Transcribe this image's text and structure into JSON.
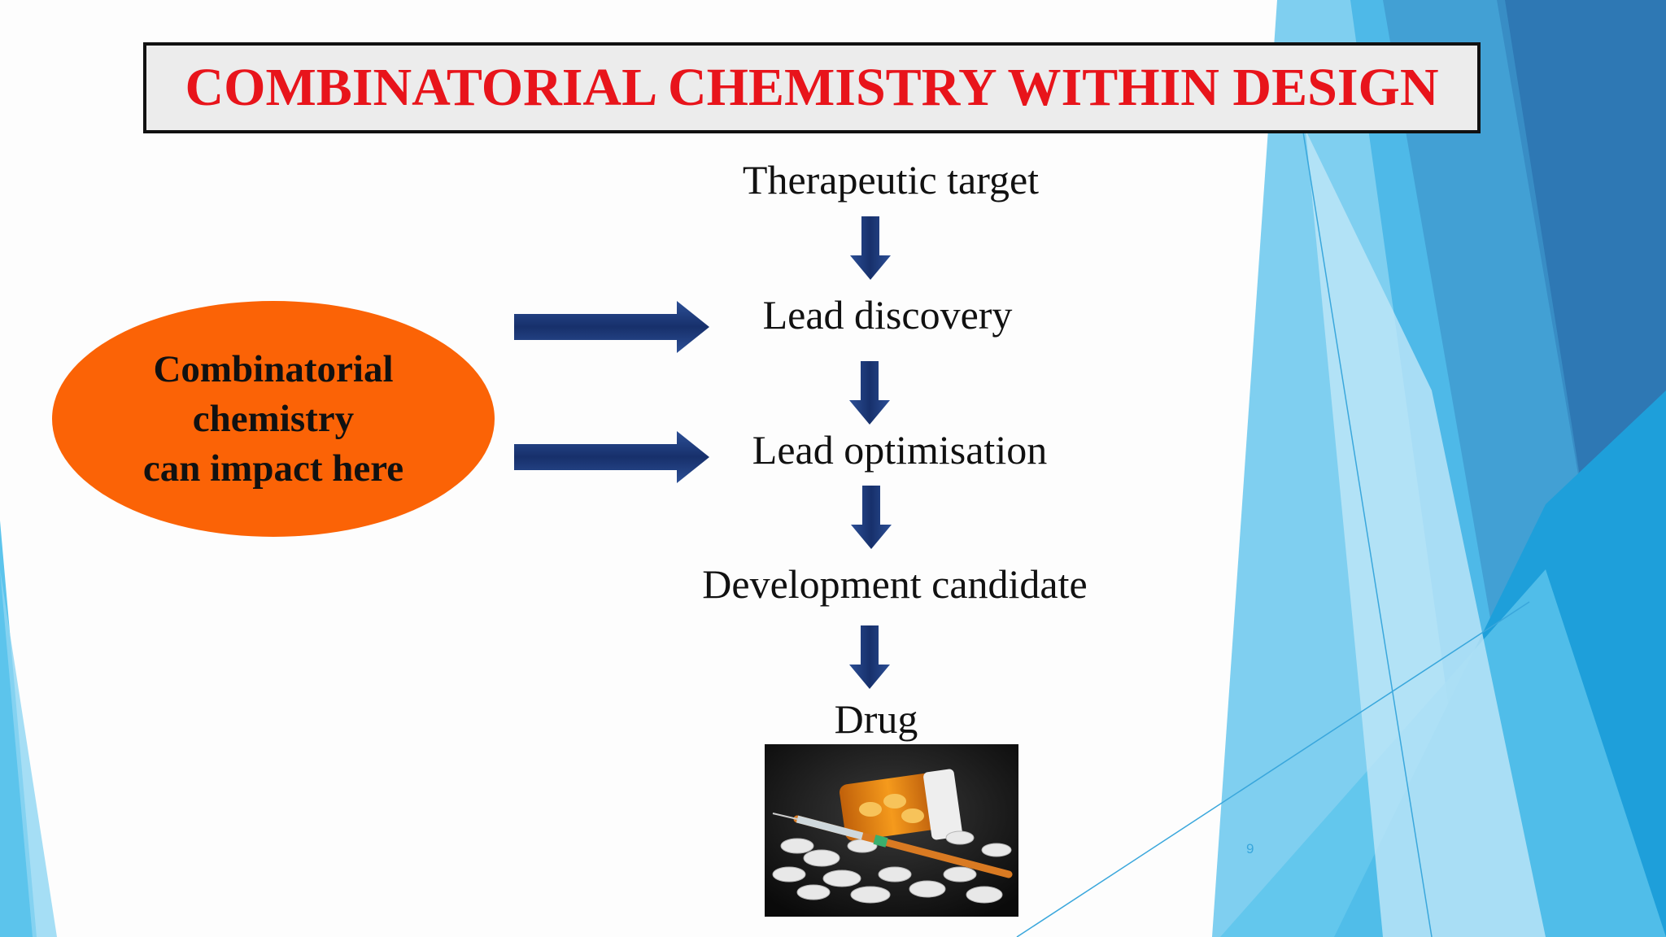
{
  "slide": {
    "title": "COMBINATORIAL CHEMISTRY WITHIN DESIGN",
    "page_number": "9",
    "title_color": "#e8141b",
    "arrow_color": "#1b3a78",
    "ellipse_color": "#fb6306"
  },
  "flow": {
    "steps": [
      "Therapeutic target",
      "Lead discovery",
      "Lead optimisation",
      "Development candidate",
      "Drug"
    ]
  },
  "impact": {
    "lines": [
      "Combinatorial",
      "chemistry",
      "can impact here"
    ]
  },
  "image": {
    "icon": "pills-and-syringe-photo"
  }
}
